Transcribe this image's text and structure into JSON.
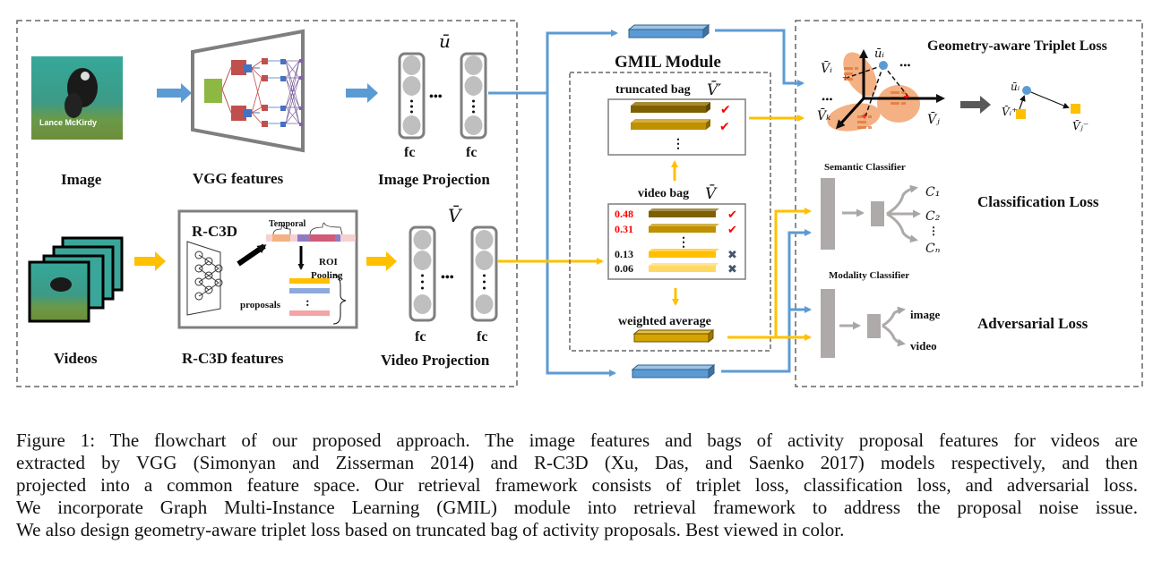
{
  "colors": {
    "blue": "#5b9bd5",
    "orange": "#ffc000",
    "gray": "#a6a6a6",
    "red": "#ff0000",
    "dark_gold": "#7f6000",
    "gold": "#bf9000",
    "light_gold": "#ffd966",
    "salmon": "#f4b183",
    "green": "#8db842",
    "net_red": "#c0504d",
    "purple": "#8064a2"
  },
  "left_panel": {
    "image_label": "Image",
    "image_overlay_text": "Lance McKirdy",
    "vgg_label": "VGG features",
    "image_projection_label": "Image Projection",
    "image_projection_symbol": "ū",
    "fc_label": "fc",
    "videos_label": "Videos",
    "rc3d_label": "R-C3D features",
    "rc3d_title": "R-C3D",
    "temporal_label": "Temporal",
    "roi_label_1": "ROI",
    "roi_label_2": "Pooling",
    "proposals_label": "proposals",
    "video_projection_label": "Video Projection",
    "video_projection_symbol": "V̄"
  },
  "gmil": {
    "title": "GMIL Module",
    "truncated_bag_label": "truncated bag",
    "truncated_bag_symbol": "V̄′",
    "video_bag_label": "video bag",
    "video_bag_symbol": "V̄",
    "proposals": [
      {
        "score": "0.48",
        "kept": true
      },
      {
        "score": "0.31",
        "kept": true
      },
      {
        "score": "0.13",
        "kept": false
      },
      {
        "score": "0.06",
        "kept": false
      }
    ],
    "weighted_average_label": "weighted average",
    "check_glyph": "✔",
    "cross_glyph": "✖"
  },
  "right_panel": {
    "triplet_title": "Geometry-aware Triplet Loss",
    "vi": "V̄ᵢ",
    "vk": "V̄ₖ",
    "vj": "V̄ⱼ",
    "ui": "ūᵢ",
    "vi_plus": "V̄ᵢ⁺",
    "vj_minus": "V̄ⱼ⁻",
    "ellipsis": "•••",
    "semantic_classifier_label": "Semantic Classifier",
    "c1": "C₁",
    "c2": "C₂",
    "cn": "Cₙ",
    "classification_loss_label": "Classification Loss",
    "modality_classifier_label": "Modality Classifier",
    "image_out": "image",
    "video_out": "video",
    "adversarial_loss_label": "Adversarial Loss"
  },
  "caption": {
    "lines": [
      "Figure 1: The flowchart of our proposed approach. The image features and bags of activity proposal features for videos are",
      "extracted by VGG (Simonyan and Zisserman 2014) and R-C3D (Xu, Das, and Saenko 2017) models respectively, and then",
      "projected into a common feature space. Our retrieval framework consists of triplet loss, classification loss, and adversarial loss.",
      "We incorporate Graph Multi-Instance Learning (GMIL) module into retrieval framework to address the proposal noise issue.",
      "We also design geometry-aware triplet loss based on truncated bag of activity proposals. Best viewed in color."
    ]
  }
}
